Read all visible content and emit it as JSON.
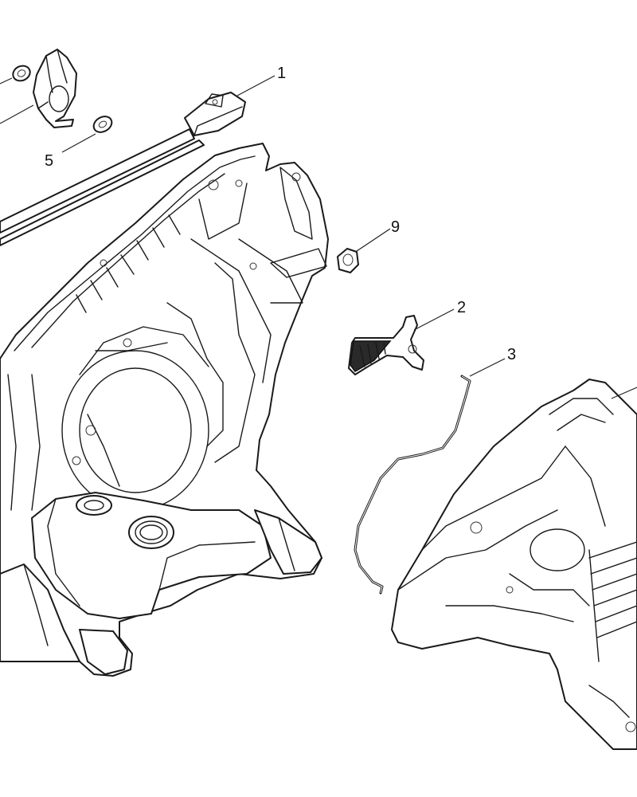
{
  "callouts": [
    {
      "id": "c1",
      "label": "1"
    },
    {
      "id": "c2",
      "label": "2"
    },
    {
      "id": "c3",
      "label": "3"
    },
    {
      "id": "c5",
      "label": "5"
    },
    {
      "id": "c9",
      "label": "9"
    }
  ]
}
